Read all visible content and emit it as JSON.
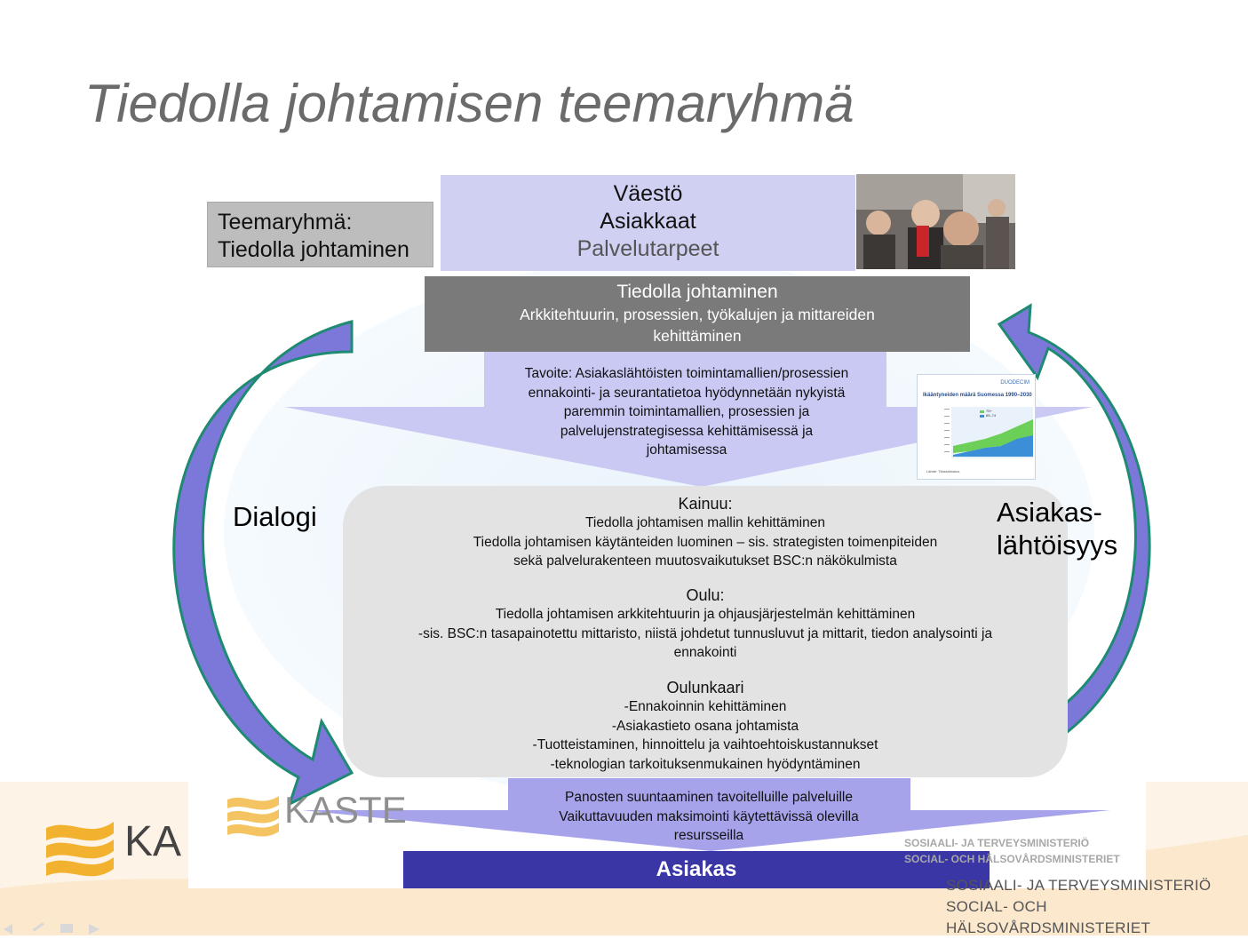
{
  "slide": {
    "title": "Tiedolla johtamisen teemaryhmä"
  },
  "team_box": {
    "line1": "Teemaryhmä:",
    "line2": "Tiedolla johtaminen"
  },
  "population_box": {
    "line1": "Väestö",
    "line2": "Asiakkaat",
    "line3": "Palvelutarpeet"
  },
  "management_box": {
    "title": "Tiedolla johtaminen",
    "subtitle_line1": "Arkkitehtuurin, prosessien, työkalujen ja mittareiden",
    "subtitle_line2": "kehittäminen"
  },
  "goal": {
    "lines": [
      "Tavoite: Asiakaslähtöisten toimintamallien/prosessien",
      "ennakointi- ja seurantatietoa hyödynnetään nykyistä",
      "paremmin toimintamallien, prosessien ja",
      "palvelujenstrategisessa kehittämisessä ja",
      "johtamisessa"
    ]
  },
  "regions": {
    "kainuu": {
      "heading": "Kainuu:",
      "lines": [
        "Tiedolla johtamisen mallin kehittäminen",
        "Tiedolla johtamisen käytänteiden luominen – sis. strategisten toimenpiteiden",
        "sekä palvelurakenteen muutosvaikutukset BSC:n näkökulmista"
      ]
    },
    "oulu": {
      "heading": "Oulu:",
      "lines": [
        "Tiedolla johtamisen arkkitehtuurin ja ohjausjärjestelmän kehittäminen",
        "-sis. BSC:n tasapainotettu mittaristo, niistä johdetut tunnusluvut ja mittarit, tiedon analysointi ja",
        "ennakointi"
      ]
    },
    "oulunkaari": {
      "heading": "Oulunkaari",
      "lines": [
        "-Ennakoinnin kehittäminen",
        "-Asiakastieto osana johtamista",
        "-Tuotteistaminen, hinnoittelu ja vaihtoehtoiskustannukset",
        "-teknologian tarkoituksenmukainen hyödyntäminen"
      ]
    }
  },
  "resources": {
    "lines": [
      "Panosten suuntaaminen  tavoitelluille palveluille",
      "Vaikuttavuuden maksimointi käytettävissä olevilla",
      "resursseilla"
    ]
  },
  "client_bar": {
    "label": "Asiakas"
  },
  "side_labels": {
    "left": "Dialogi",
    "right_line1": "Asiakas-",
    "right_line2": "lähtöisyys"
  },
  "chart_thumbnail": {
    "brand": "DUODECIM",
    "title": "Ikääntyneiden määrä Suomessa 1990–2030",
    "legend": [
      "75+",
      "65–74"
    ],
    "source": "Lähde: Tilastokeskus"
  },
  "logos": {
    "kaste_left_partial": "KA",
    "kaste_ghost": "KASTE"
  },
  "ministry": {
    "ghost_line1": "SOSIAALI- JA TERVEYSMINISTERIÖ",
    "ghost_line2": "SOCIAL- OCH HÄLSOVÅRDSMINISTERIET",
    "line1": "SOSIAALI- JA TERVEYSMINISTERIÖ",
    "line2": "SOCIAL- OCH HÄLSOVÅRDSMINISTERIET"
  },
  "colors": {
    "arrow_fill": "#7b78d9",
    "arrow_stroke": "#1f8a72",
    "client_bar": "#3a36a6",
    "management_box": "#7a7a7a",
    "population_box": "#d0d0f2",
    "center_box": "#e3e3e3",
    "title": "#6b6b6b",
    "logo_yellow": "#f2b12e"
  }
}
